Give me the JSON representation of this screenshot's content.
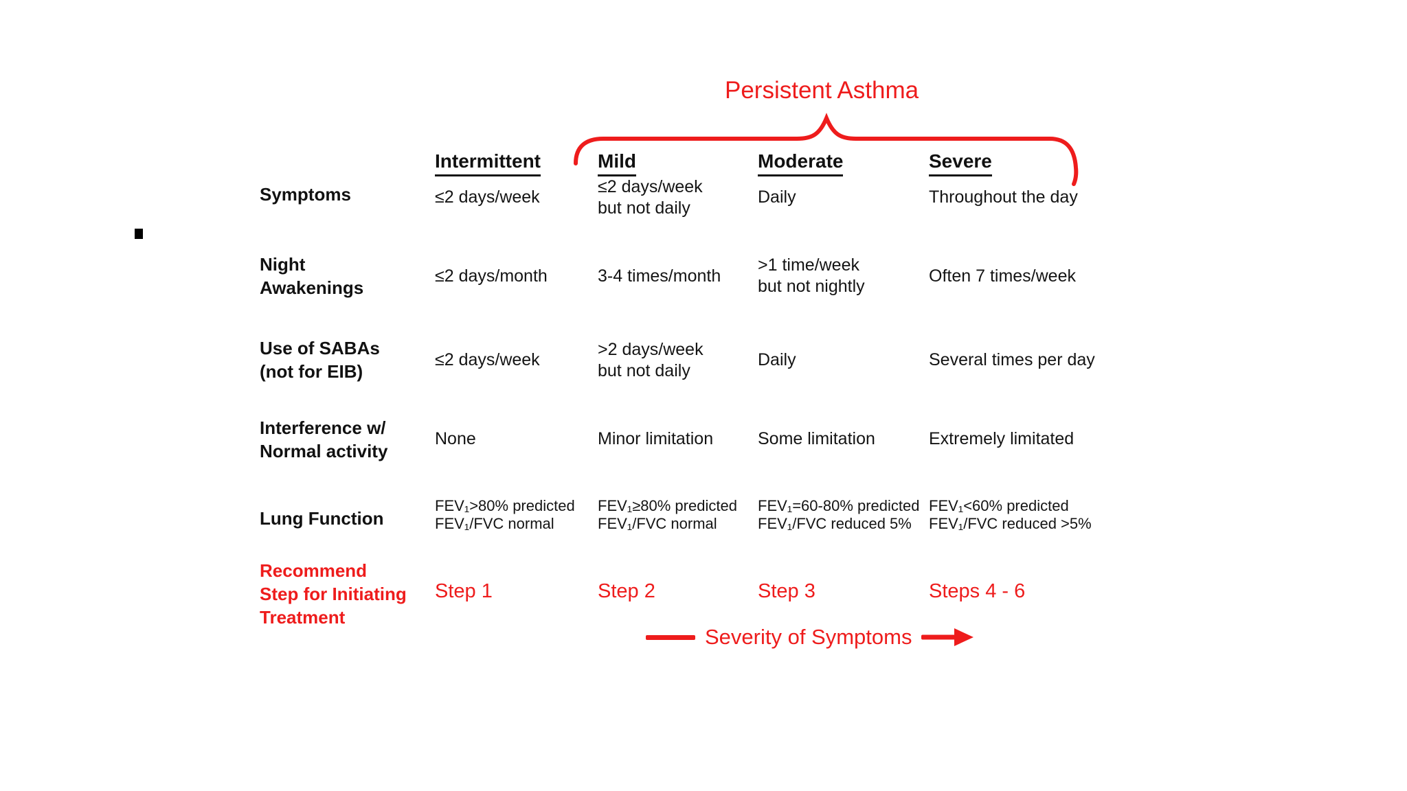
{
  "slide": {
    "title": "Persistent Asthma",
    "severity_caption": "Severity of Symptoms"
  },
  "colors": {
    "accent_red": "#ee1c1c",
    "text_black": "#111111",
    "background": "#ffffff"
  },
  "icons": {
    "bullet": "black-square-bullet",
    "brace": "curly-brace-pointing-up",
    "severity_left": "thick-red-line",
    "severity_right": "red-right-arrow"
  },
  "table": {
    "column_headers": [
      "Intermittent",
      "Mild",
      "Moderate",
      "Severe"
    ],
    "rows": [
      {
        "label": "Symptoms",
        "values": [
          "≤2 days/week",
          "≤2 days/week\nbut not daily",
          "Daily",
          "Throughout the day"
        ]
      },
      {
        "label": "Night\nAwakenings",
        "values": [
          "≤2 days/month",
          "3-4 times/month",
          ">1 time/week\nbut not nightly",
          "Often 7 times/week"
        ]
      },
      {
        "label": "Use of SABAs\n(not for EIB)",
        "values": [
          "≤2 days/week",
          ">2 days/week\nbut not daily",
          "Daily",
          "Several times per day"
        ]
      },
      {
        "label": "Interference w/\nNormal activity",
        "values": [
          "None",
          "Minor limitation",
          "Some limitation",
          "Extremely limitated"
        ]
      },
      {
        "label": "Lung Function",
        "values": [
          "FEV₁>80% predicted\nFEV₁/FVC normal",
          "FEV₁≥80% predicted\nFEV₁/FVC normal",
          "FEV₁=60-80% predicted\nFEV₁/FVC reduced 5%",
          "FEV₁<60% predicted\nFEV₁/FVC reduced >5%"
        ]
      },
      {
        "label": "Recommend\nStep for Initiating\nTreatment",
        "values": [
          "Step 1",
          "Step 2",
          "Step 3",
          "Steps 4 - 6"
        ]
      }
    ]
  }
}
